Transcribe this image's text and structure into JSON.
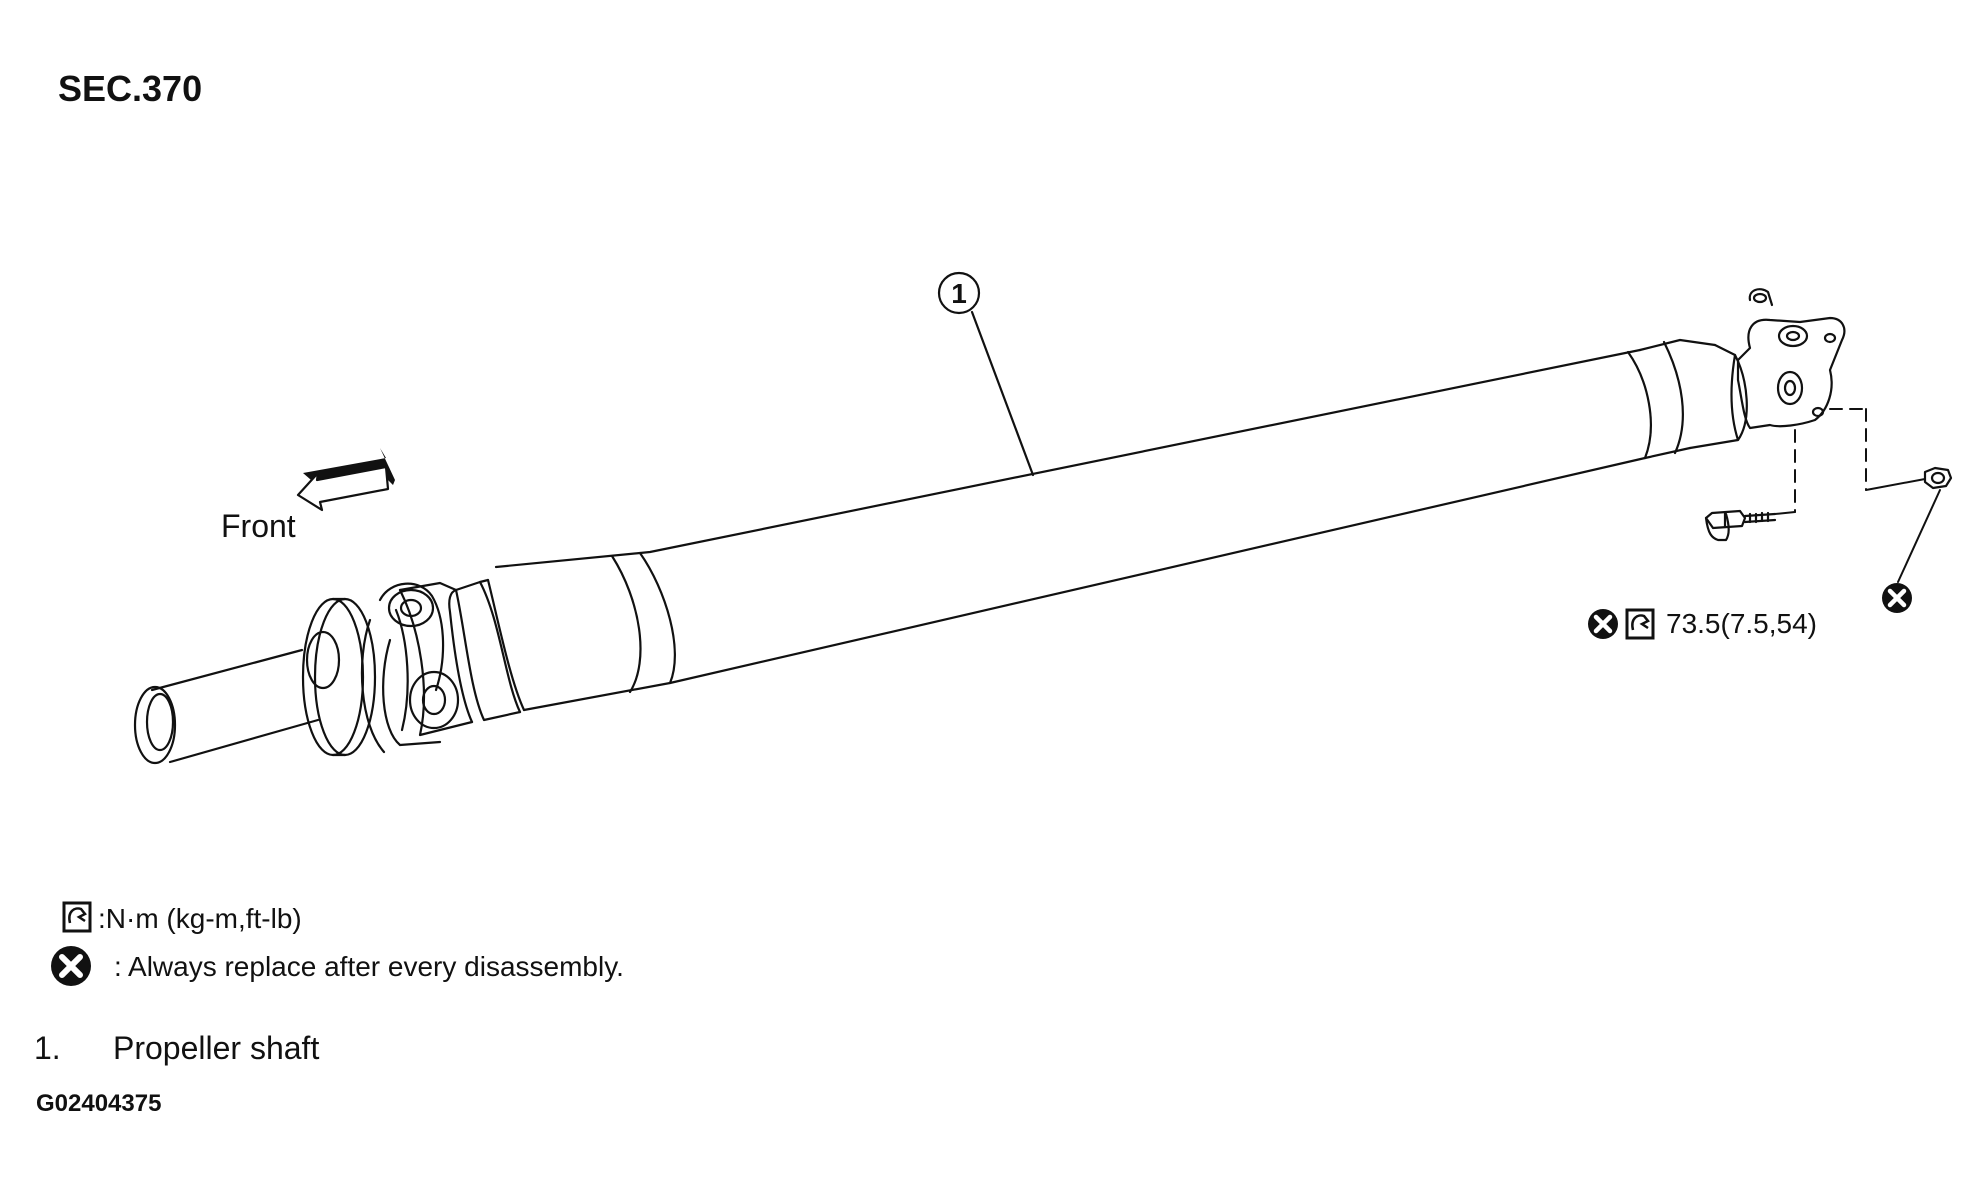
{
  "section_code": "SEC.370",
  "front_label": "Front",
  "callout_number": "1",
  "torque_value": "73.5(7.5,54)",
  "legend": {
    "torque_unit_text": ":N·m (kg-m,ft-lb)",
    "replace_text": ": Always replace after every disassembly."
  },
  "parts": [
    {
      "number": "1.",
      "name": "Propeller shaft"
    }
  ],
  "figure_id": "G02404375",
  "icons": {
    "torque": "torque-wrench-icon",
    "replace": "always-replace-icon",
    "front_arrow": "front-direction-arrow-icon"
  },
  "colors": {
    "line": "#111111",
    "background": "#ffffff"
  }
}
